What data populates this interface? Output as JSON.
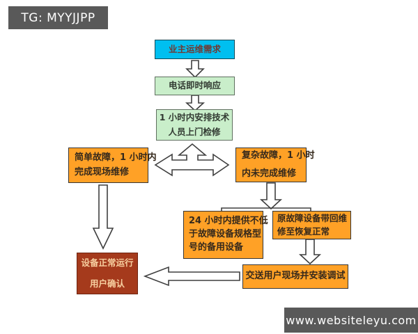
{
  "badges": {
    "tg": "TG: MYYJJPP",
    "site": "www.websiteleyu.com"
  },
  "colors": {
    "badge_bg": "#595959",
    "cyan_node": "#00bff0",
    "green_node": "#c9eeca",
    "orange_node": "#ffa126",
    "brick_node": "#a53a1c",
    "arrow_outline": "#3f3f3f"
  },
  "nodes": {
    "owner_demand": {
      "line1": "业主运维需求"
    },
    "phone_response": {
      "line1": "电话即时响应"
    },
    "arrange_tech": {
      "line1": "1 小时内安排技术",
      "line2": "人员上门检修"
    },
    "simple_fault": {
      "line1": "简单故障，1 小时内",
      "line2": "完成现场维修"
    },
    "complex_fault": {
      "line1": "复杂故障，1 小时",
      "line2": "内未完成维修"
    },
    "backup_equipment": {
      "line1": "24 小时内提供不低",
      "line2": "于故障设备规格型",
      "line3": "号的备用设备"
    },
    "repair_return": {
      "line1": "原故障设备带回维",
      "line2": "修至恢复正常"
    },
    "deliver_install": {
      "line1": "交送用户现场并安装调试"
    },
    "normal_confirm": {
      "line1": "设备正常运行",
      "line2": "用户确认"
    }
  }
}
